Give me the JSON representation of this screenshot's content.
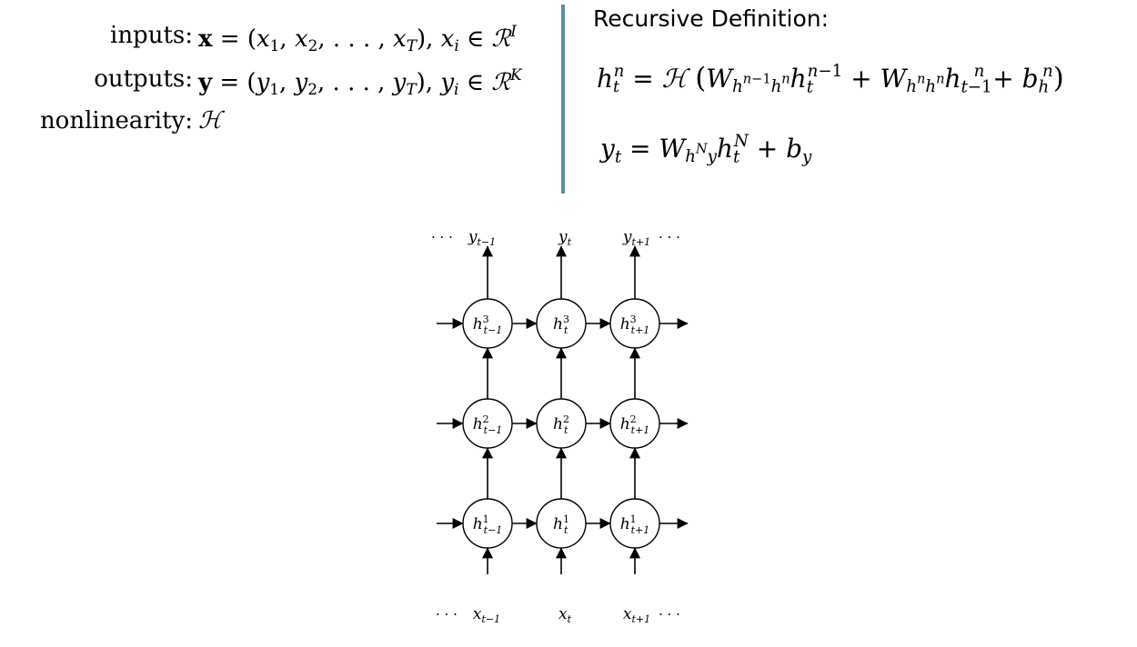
{
  "definitions": {
    "inputs_label": "inputs:",
    "outputs_label": "outputs:",
    "nonlinearity_label": "nonlinearity:",
    "inputs_vec": "x",
    "outputs_vec": "y",
    "nonlinearity_symbol": "ℋ"
  },
  "recursive": {
    "title": "Recursive Definition:"
  },
  "diagram": {
    "output_labels": [
      "yt−1",
      "yt",
      "yt+1"
    ],
    "input_labels": [
      "xt−1",
      "xt",
      "xt+1"
    ],
    "ellipsis": "· · ·",
    "layers": 3,
    "columns": 3
  },
  "colors": {
    "divider": "#5b8ea8"
  }
}
